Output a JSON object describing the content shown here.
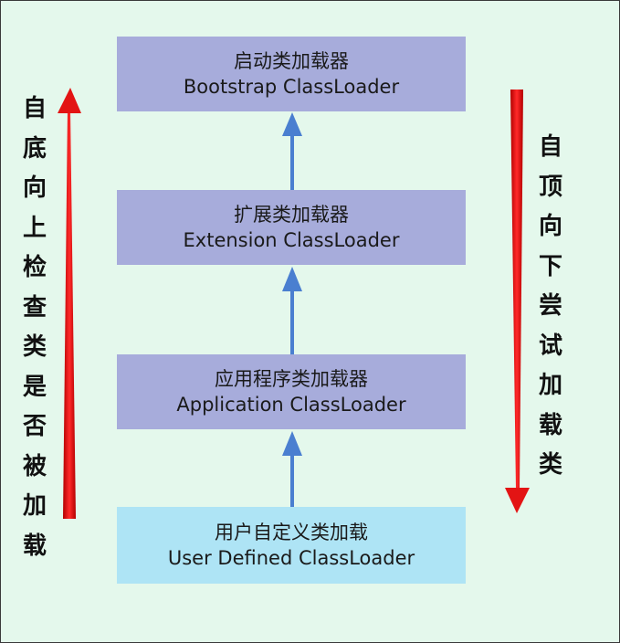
{
  "loaders": [
    {
      "cn": "启动类加载器",
      "en": "Bootstrap ClassLoader"
    },
    {
      "cn": "扩展类加载器",
      "en": "Extension ClassLoader"
    },
    {
      "cn": "应用程序类加载器",
      "en": "Application ClassLoader"
    },
    {
      "cn": "用户自定义类加载",
      "en": "User Defined ClassLoader"
    }
  ],
  "left_label": [
    "自",
    "底",
    "向",
    "上",
    "检",
    "查",
    "类",
    "是",
    "否",
    "被",
    "加",
    "载"
  ],
  "right_label": [
    "自",
    "顶",
    "向",
    "下",
    "尝",
    "试",
    "加",
    "载",
    "类"
  ],
  "colors": {
    "background": "#e4f8ec",
    "system_loader_box": "#a7acdb",
    "user_loader_box": "#aee4f5",
    "connector_arrow": "#4a7fd0",
    "direction_arrow": "#e31414"
  }
}
